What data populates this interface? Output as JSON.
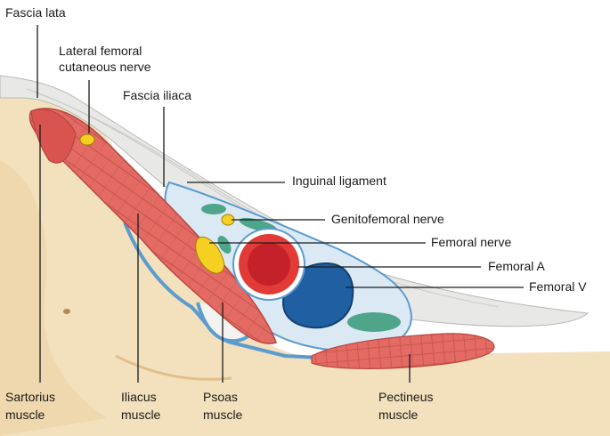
{
  "labels": {
    "fascia_lata": "Fascia lata",
    "lateral_femoral_cutaneous_nerve": [
      "Lateral femoral",
      "cutaneous nerve"
    ],
    "fascia_iliaca": "Fascia iliaca",
    "inguinal_ligament": "Inguinal ligament",
    "genitofemoral_nerve": "Genitofemoral nerve",
    "femoral_nerve": "Femoral nerve",
    "femoral_artery": "Femoral A",
    "femoral_vein": "Femoral V",
    "sartorius_muscle": [
      "Sartorius",
      "muscle"
    ],
    "iliacus_muscle": [
      "Iliacus",
      "muscle"
    ],
    "psoas_muscle": [
      "Psoas",
      "muscle"
    ],
    "pectineus_muscle": [
      "Pectineus",
      "muscle"
    ]
  },
  "colors": {
    "background": "#ffffff",
    "bone": "#f3e1bd",
    "bone_shadow": "#e6cc9c",
    "muscle": "#e46a64",
    "muscle_dark": "#b9463f",
    "fascia": "#e8e8e6",
    "fascia_edge": "#b8b8b4",
    "iliac_fascia": "#5b9bd0",
    "sheath": "#dbe9f4",
    "nerve": "#f5d020",
    "nerve_edge": "#a08000",
    "artery_outer": "#e23a36",
    "artery_inner": "#c4212b",
    "vein": "#1f5fa2",
    "lymph": "#4ea58a"
  }
}
